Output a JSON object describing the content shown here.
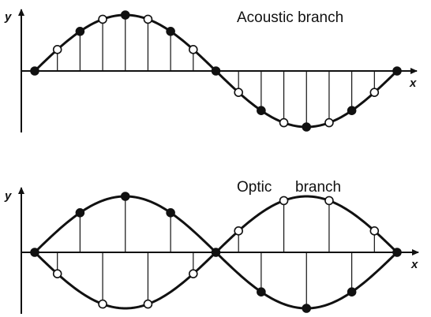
{
  "acoustic_panel": {
    "title": "Acoustic branch",
    "y_axis_label": "y",
    "x_axis_label": "x",
    "curve": "single sine, one full period",
    "atom_sequence": [
      "filled",
      "hollow",
      "filled",
      "hollow",
      "filled",
      "hollow",
      "filled",
      "hollow",
      "filled",
      "hollow",
      "filled",
      "hollow",
      "filled",
      "hollow",
      "filled",
      "hollow",
      "filled"
    ]
  },
  "optic_panel": {
    "title_part1": "Optic",
    "title_part2": "branch",
    "y_axis_label": "y",
    "x_axis_label": "x",
    "curve": "two mirrored sine envelopes crossing at nodes",
    "atom_sequence": [
      "filled",
      "hollow",
      "filled",
      "hollow",
      "filled",
      "hollow",
      "filled",
      "hollow",
      "filled",
      "hollow",
      "filled",
      "hollow",
      "filled",
      "hollow",
      "filled",
      "hollow",
      "filled"
    ]
  },
  "colors": {
    "ink": "#111111",
    "background": "#ffffff"
  }
}
